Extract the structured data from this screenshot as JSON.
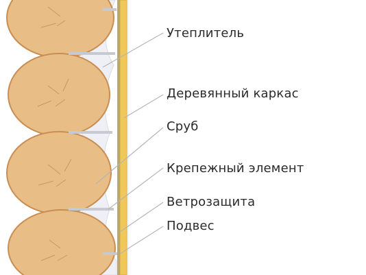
{
  "labels": {
    "insulation": "Утеплитель",
    "frame": "Деревянный каркас",
    "log_house": "Сруб",
    "fastener": "Крепежный элемент",
    "wind_barrier": "Ветрозащита",
    "hanger": "Подвес"
  },
  "colors": {
    "log_fill": "#e9bd86",
    "log_edge": "#c98d52",
    "log_rings": "#b0783f",
    "insulation": "#eef0f5",
    "fastener": "#c6c9cf",
    "frame_board": "#f0c85a",
    "wind_barrier": "#b8a877",
    "leader_line": "#b5b5b5",
    "text": "#2a2a2a"
  }
}
